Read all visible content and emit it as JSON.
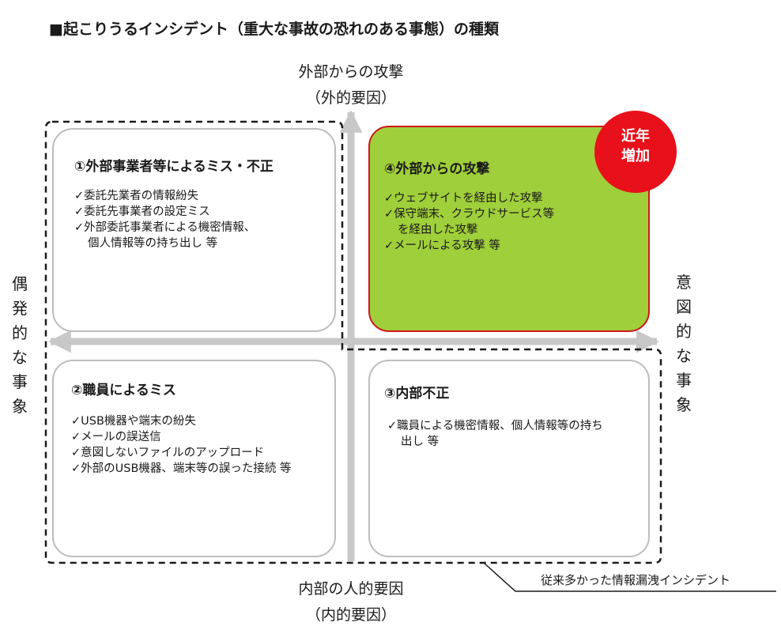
{
  "title": "■起こりうるインシデント（重大な事故の恐れのある事態）の種類",
  "axes": {
    "top_line1": "外部からの攻撃",
    "top_line2": "（外的要因）",
    "bottom_line1": "内部の人的要因",
    "bottom_line2": "（内的要因）",
    "left": [
      "偶",
      "発",
      "的",
      "な",
      "事",
      "象"
    ],
    "right": [
      "意",
      "図",
      "的",
      "な",
      "事",
      "象"
    ]
  },
  "quadrants": {
    "q1": {
      "title": "①外部事業者等によるミス・不正",
      "items": [
        "✓委託先業者の情報紛失",
        "✓委託先事業者の設定ミス",
        "✓外部委託事業者による機密情報、"
      ],
      "continuation": "個人情報等の持ち出し 等"
    },
    "q4": {
      "title": "④外部からの攻撃",
      "items": [
        "✓ウェブサイトを経由した攻撃",
        "✓保守端末、クラウドサービス等"
      ],
      "continuation": "を経由した攻撃",
      "last": "✓メールによる攻撃 等",
      "badge_line1": "近年",
      "badge_line2": "増加"
    },
    "q2": {
      "title": "②職員によるミス",
      "items": [
        "✓USB機器や端末の紛失",
        "✓メールの誤送信",
        "✓意図しないファイルのアップロード",
        "✓外部のUSB機器、端末等の誤った接続 等"
      ]
    },
    "q3": {
      "title": "③内部不正",
      "items": [
        "✓職員による機密情報、個人情報等の持ち"
      ],
      "continuation": "出し 等"
    }
  },
  "note": "従来多かった情報漏洩インシデント",
  "colors": {
    "highlight_fill": "#9fcf3a",
    "highlight_border": "#d0161b",
    "badge": "#e8101a",
    "arrow": "#c8c8c8"
  }
}
